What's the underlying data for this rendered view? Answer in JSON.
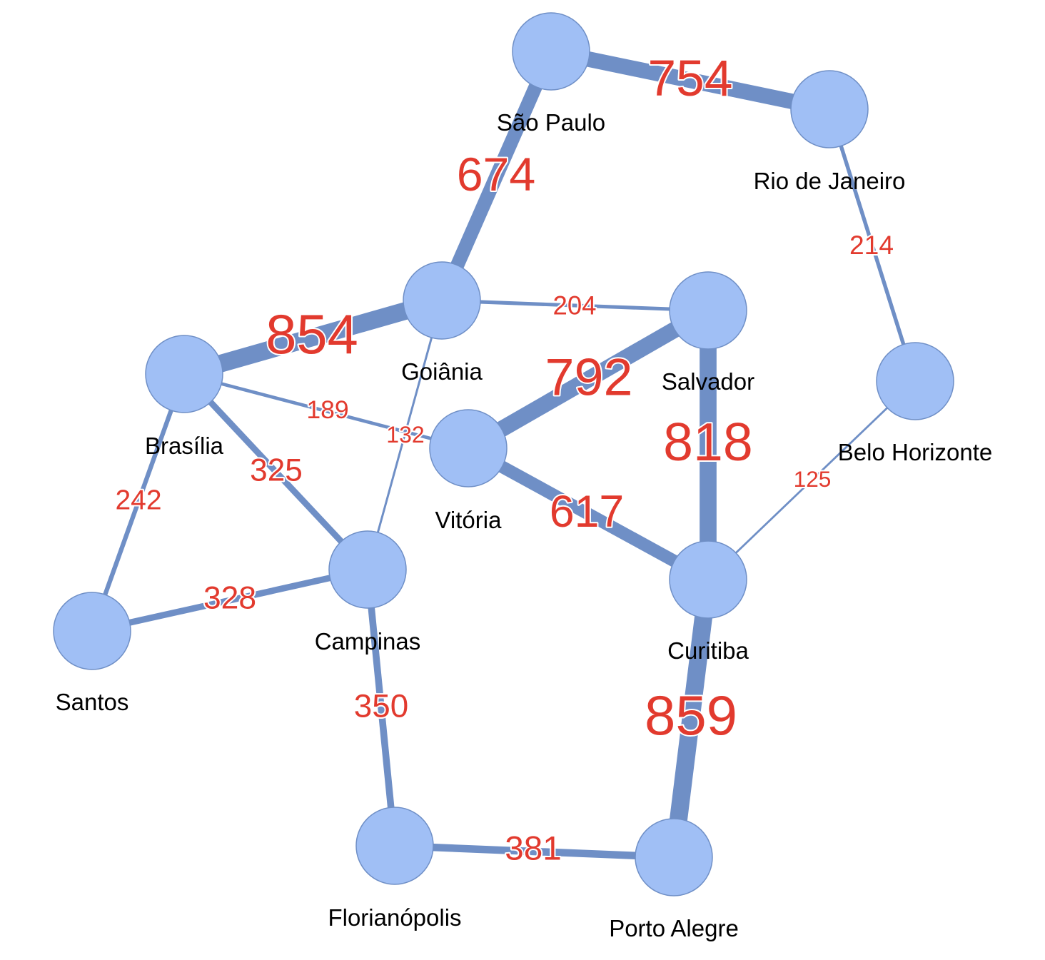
{
  "diagram": {
    "nodes": [
      {
        "id": "sp",
        "label": "São Paulo"
      },
      {
        "id": "rj",
        "label": "Rio de Janeiro"
      },
      {
        "id": "go",
        "label": "Goiânia"
      },
      {
        "id": "sa",
        "label": "Salvador"
      },
      {
        "id": "br",
        "label": "Brasília"
      },
      {
        "id": "bh",
        "label": "Belo Horizonte"
      },
      {
        "id": "vi",
        "label": "Vitória"
      },
      {
        "id": "ca",
        "label": "Campinas"
      },
      {
        "id": "cu",
        "label": "Curitiba"
      },
      {
        "id": "st",
        "label": "Santos"
      },
      {
        "id": "fl",
        "label": "Florianópolis"
      },
      {
        "id": "pa",
        "label": "Porto Alegre"
      }
    ],
    "edges": [
      {
        "source": "sp",
        "target": "rj",
        "weight": 754
      },
      {
        "source": "sp",
        "target": "go",
        "weight": 674
      },
      {
        "source": "rj",
        "target": "bh",
        "weight": 214
      },
      {
        "source": "go",
        "target": "sa",
        "weight": 204
      },
      {
        "source": "go",
        "target": "br",
        "weight": 854
      },
      {
        "source": "go",
        "target": "ca",
        "weight": 132
      },
      {
        "source": "sa",
        "target": "vi",
        "weight": 792
      },
      {
        "source": "sa",
        "target": "cu",
        "weight": 818
      },
      {
        "source": "br",
        "target": "vi",
        "weight": 189
      },
      {
        "source": "br",
        "target": "ca",
        "weight": 325
      },
      {
        "source": "br",
        "target": "st",
        "weight": 242
      },
      {
        "source": "bh",
        "target": "cu",
        "weight": 125
      },
      {
        "source": "vi",
        "target": "cu",
        "weight": 617
      },
      {
        "source": "ca",
        "target": "st",
        "weight": 328
      },
      {
        "source": "ca",
        "target": "fl",
        "weight": 350
      },
      {
        "source": "cu",
        "target": "pa",
        "weight": 859
      },
      {
        "source": "fl",
        "target": "pa",
        "weight": 381
      }
    ],
    "colors": {
      "node_fill": "#a0bff5",
      "node_stroke": "#6f8fc6",
      "edge": "#6f8fc6",
      "edge_label": "#e23a2e",
      "node_label": "#000000"
    }
  }
}
